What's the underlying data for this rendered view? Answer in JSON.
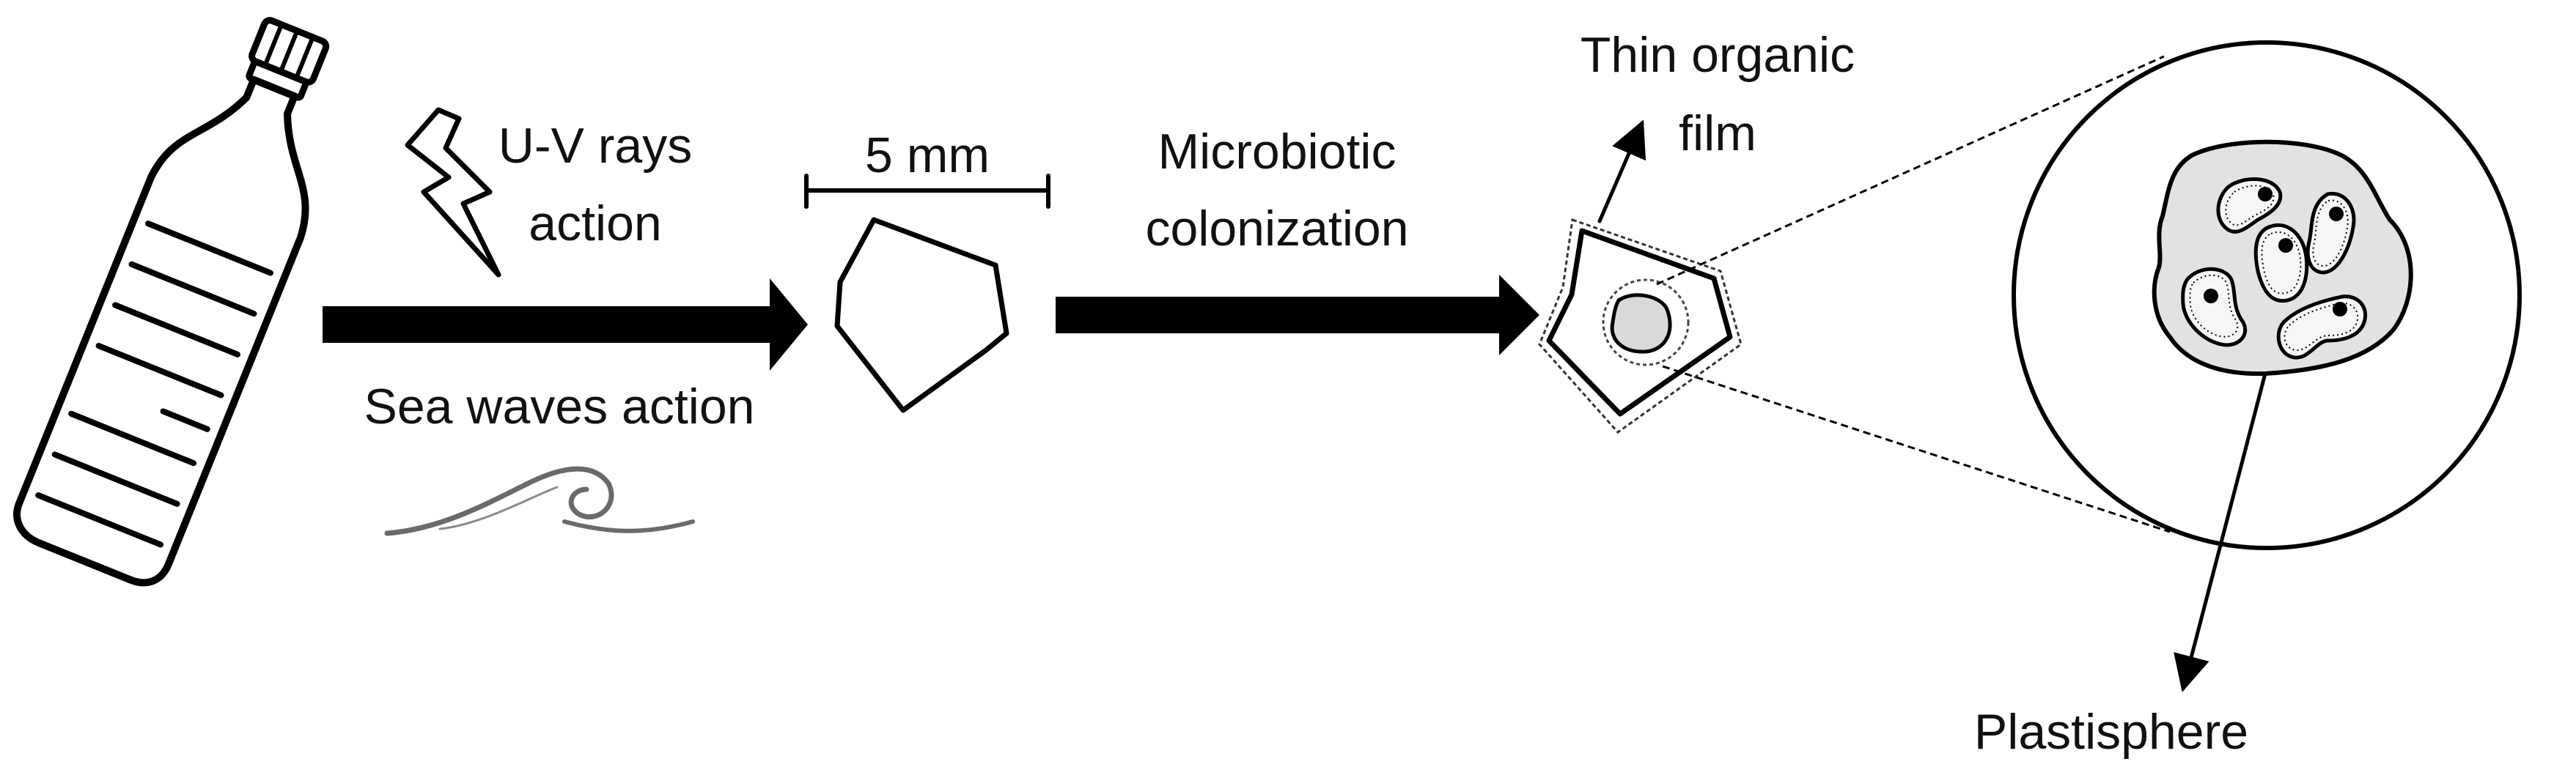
{
  "labels": {
    "uv_line1": "U-V rays",
    "uv_line2": "action",
    "sea_waves": "Sea waves action",
    "scale": "5 mm",
    "micro_line1": "Microbiotic",
    "micro_line2": "colonization",
    "film_line1": "Thin organic",
    "film_line2": "film",
    "plastisphere": "Plastisphere"
  },
  "icons": [
    "plastic-bottle-icon",
    "lightning-icon",
    "sea-wave-icon",
    "microplastic-fragment-icon",
    "colonized-fragment-icon",
    "magnified-view-icon"
  ],
  "colors": {
    "ink": "#000000",
    "film_fill": "#d9d9d9",
    "wave": "#666666"
  }
}
